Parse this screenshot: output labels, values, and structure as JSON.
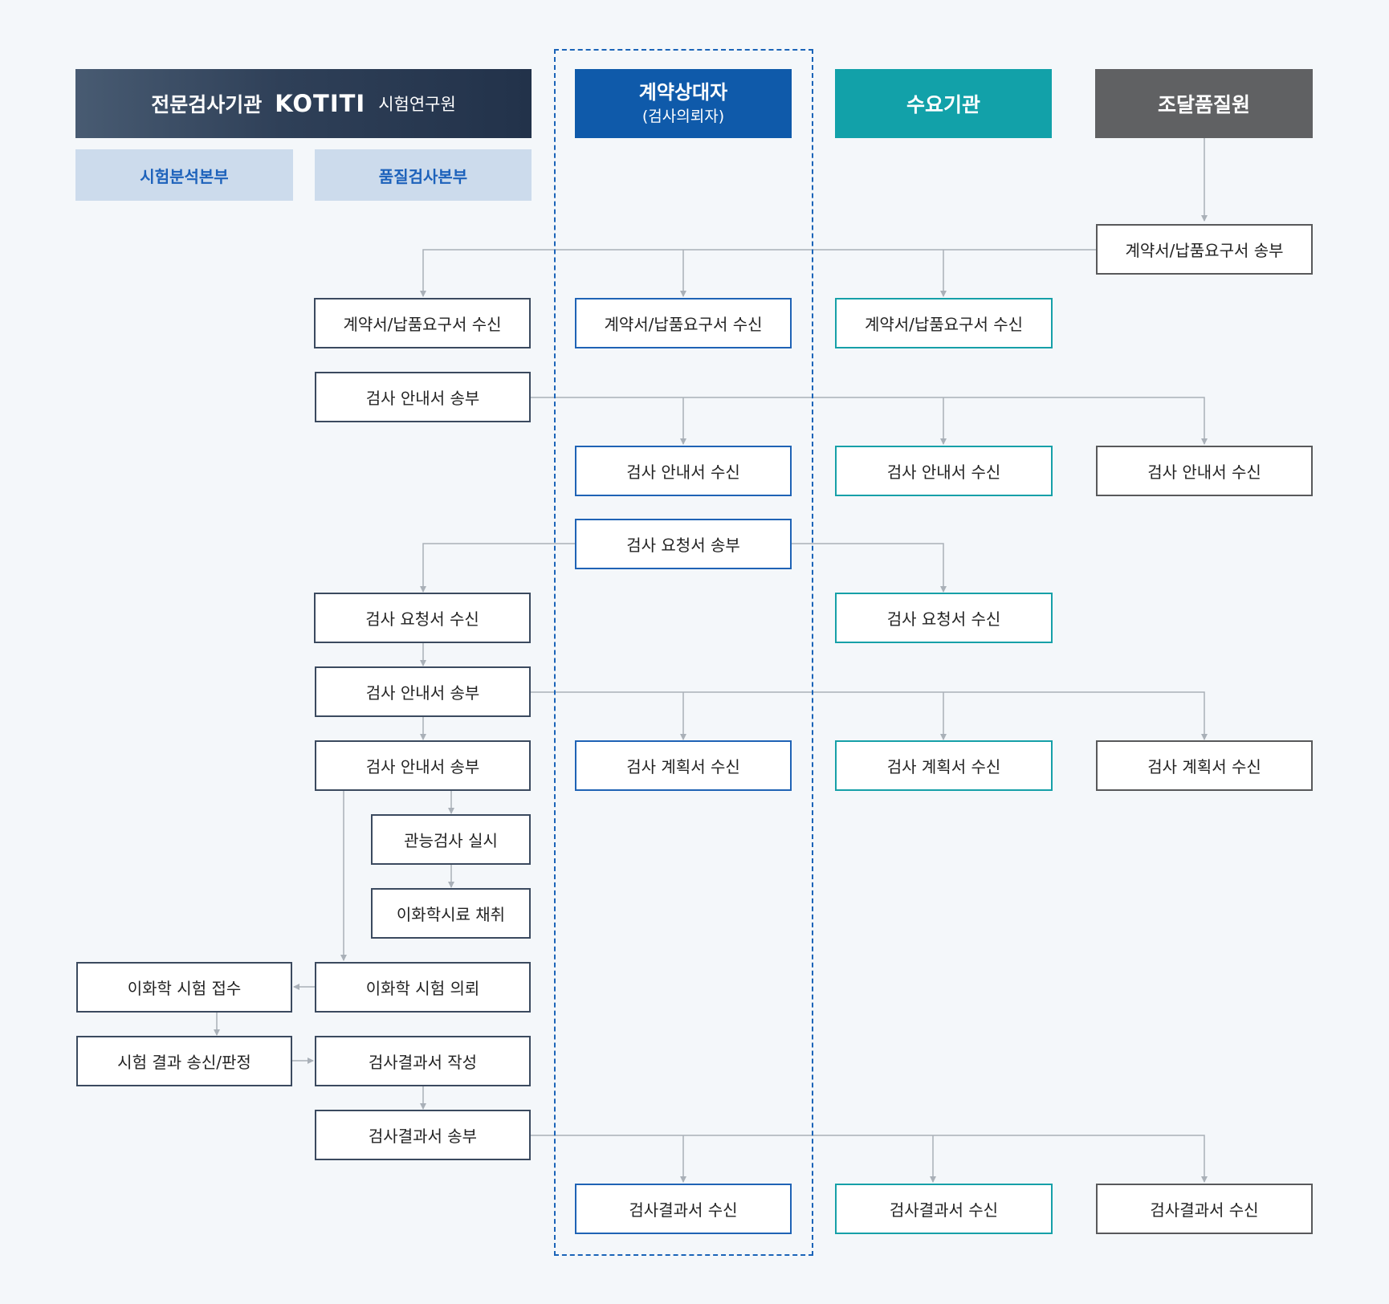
{
  "headers": {
    "inspection_agency": "전문검사기관",
    "logo": "KOTITI",
    "logo_sub": "시험연구원",
    "contractor": "계약상대자",
    "contractor_sub": "(검사의뢰자)",
    "demand_agency": "수요기관",
    "procurement": "조달품질원"
  },
  "sub_headers": {
    "test_analysis": "시험분석본부",
    "quality_inspection": "품질검사본부"
  },
  "steps": {
    "pps_send_contract": "계약서/납품요구서 송부",
    "qi_recv_contract": "계약서/납품요구서 수신",
    "ct_recv_contract": "계약서/납품요구서 수신",
    "dm_recv_contract": "계약서/납품요구서 수신",
    "qi_send_guide": "검사 안내서 송부",
    "ct_recv_guide": "검사 안내서 수신",
    "dm_recv_guide": "검사 안내서 수신",
    "pps_recv_guide": "검사 안내서 수신",
    "ct_send_request": "검사 요청서 송부",
    "qi_recv_request": "검사 요청서 수신",
    "dm_recv_request": "검사 요청서 수신",
    "qi_send_guide2": "검사 안내서 송부",
    "qi_send_guide3": "검사 안내서 송부",
    "ct_recv_plan": "검사 계획서 수신",
    "dm_recv_plan": "검사 계획서 수신",
    "pps_recv_plan": "검사 계획서 수신",
    "qi_sensory": "관능검사 실시",
    "qi_sampling": "이화학시료 채취",
    "qi_chem_request": "이화학 시험 의뢰",
    "ta_chem_receipt": "이화학 시험 접수",
    "ta_result_send": "시험 결과 송신/판정",
    "qi_write_report": "검사결과서 작성",
    "qi_send_report": "검사결과서 송부",
    "ct_recv_report": "검사결과서 수신",
    "dm_recv_report": "검사결과서 수신",
    "pps_recv_report": "검사결과서 수신"
  },
  "colors": {
    "line": "#a9b0b8",
    "contractor": "#0f5aaa",
    "demand": "#12a1a9",
    "procurement": "#606163"
  }
}
